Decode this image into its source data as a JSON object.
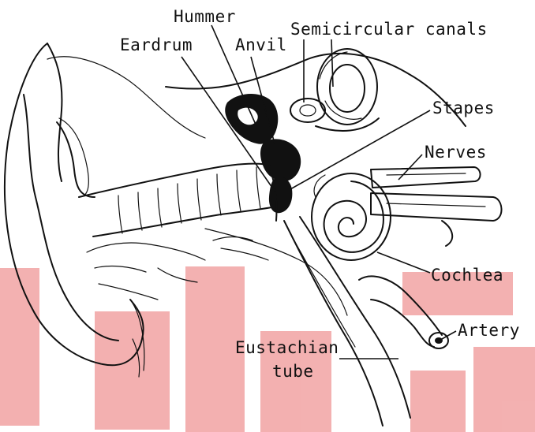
{
  "labels": {
    "hummer": "Hummer",
    "eardrum": "Eardrum",
    "anvil": "Anvil",
    "semicircular_canals": "Semicircular canals",
    "stapes": "Stapes",
    "nerves": "Nerves",
    "cochlea": "Cochlea",
    "artery": "Artery",
    "eustachian_line1": "Eustachian",
    "eustachian_line2": "tube"
  },
  "colors": {
    "ink": "#111111",
    "watermark": "#f2a8a8",
    "background": "#ffffff"
  }
}
